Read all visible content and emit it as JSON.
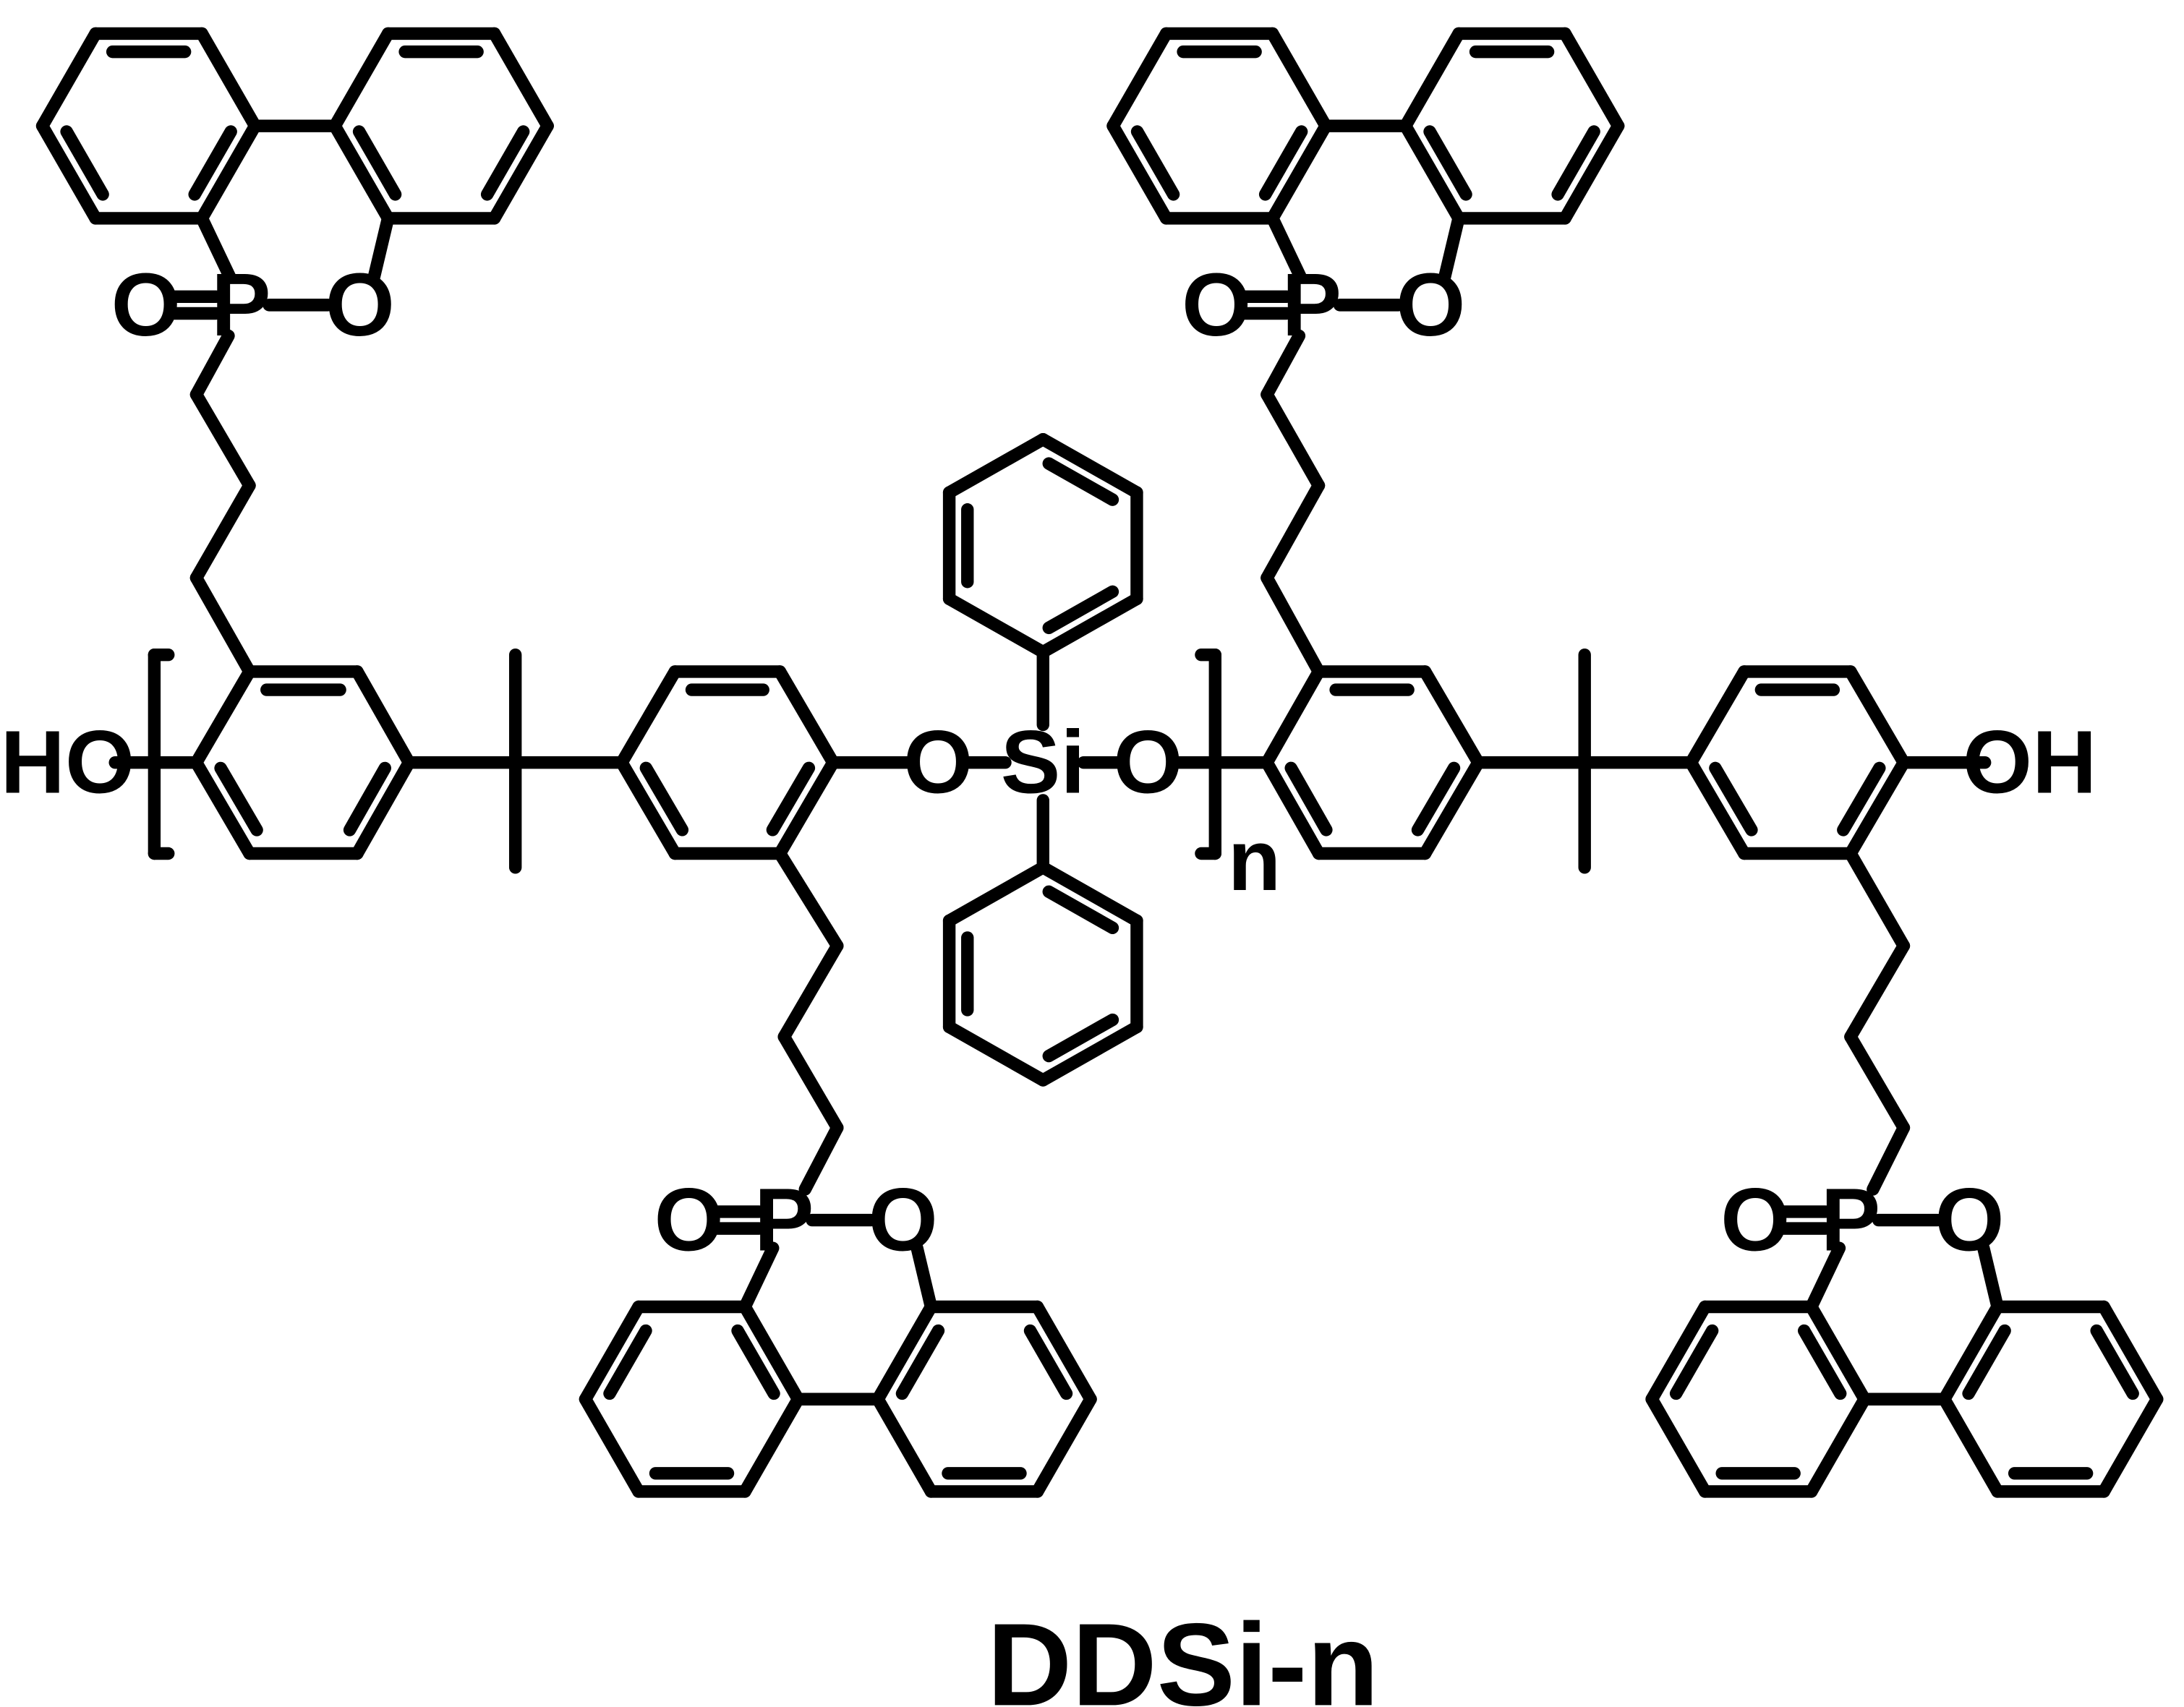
{
  "structure": {
    "caption": "DDSi-n",
    "repeat_subscript": "n",
    "atoms": {
      "hydroxyl_left": "HO",
      "hydroxyl_right": "OH",
      "silicon": "Si",
      "oxygen": "O",
      "phosphorus": "P"
    }
  }
}
